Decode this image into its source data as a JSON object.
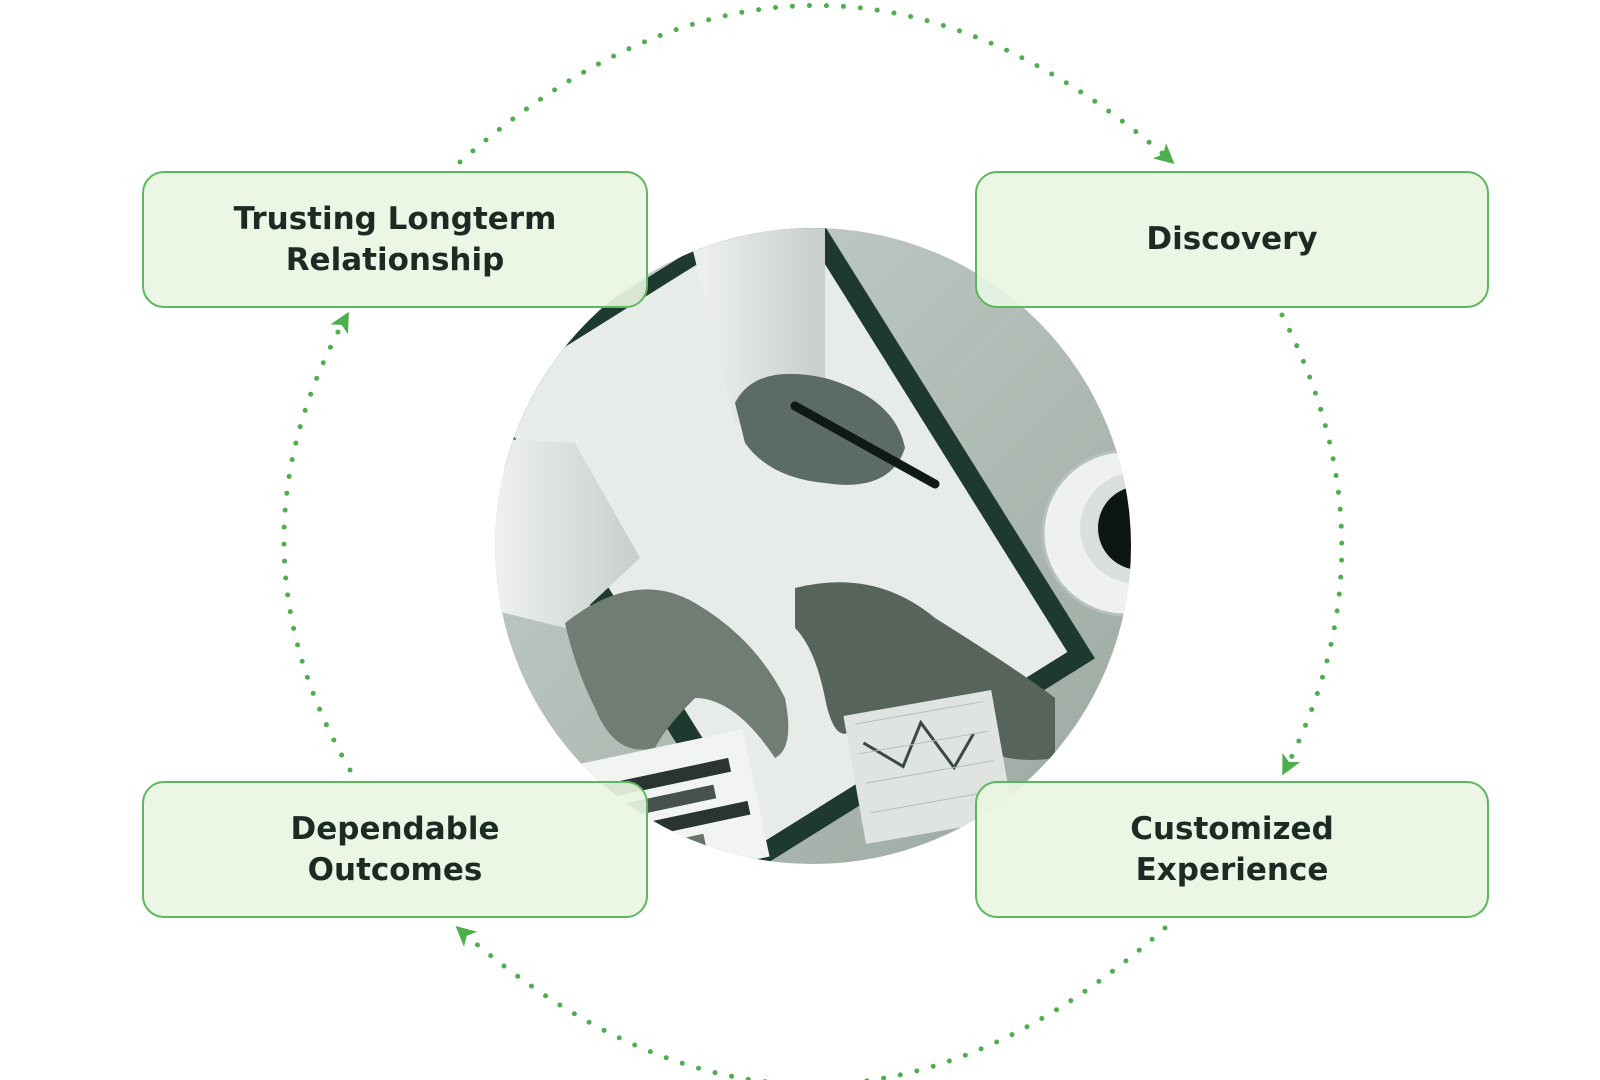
{
  "steps": {
    "trusting": "Trusting Longterm\nRelationship",
    "discovery": "Discovery",
    "customized": "Customized\nExperience",
    "dependable": "Dependable\nOutcomes"
  },
  "colors": {
    "accent": "#4cae4c",
    "box_fill": "#e9f5e3",
    "box_border": "#5cb85c",
    "text": "#1b2b24",
    "photo_dark": "#1e3a2e",
    "photo_light": "#e8ece9"
  },
  "icons": {
    "arrow": "arrowhead-icon",
    "photo": "business-meeting-photo"
  }
}
